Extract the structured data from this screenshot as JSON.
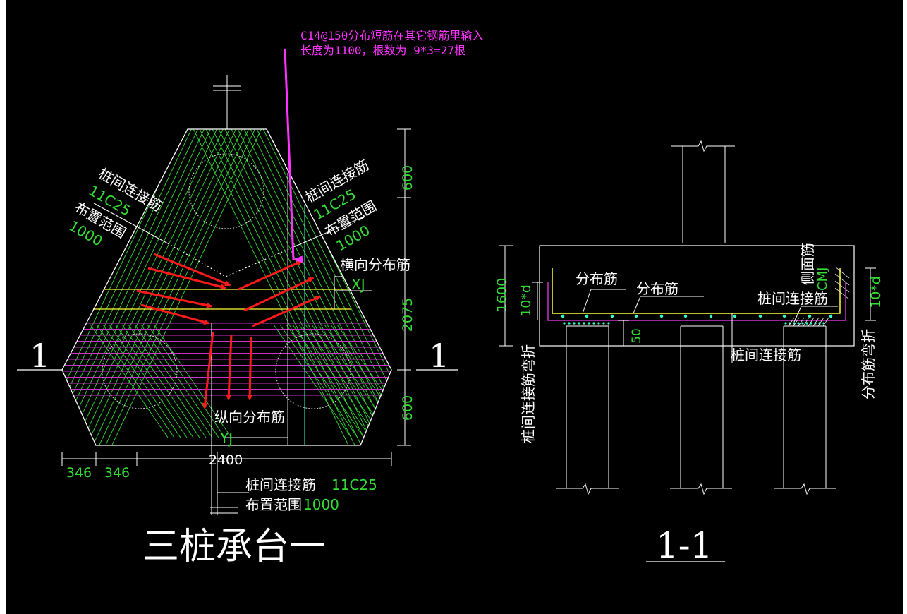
{
  "colors": {
    "background": "#000000",
    "line": "#ffffff",
    "rebar_green": "#33dd33",
    "rebar_magenta": "#cc33cc",
    "yellow": "#ffff33",
    "arrow_red": "#ff1a1a",
    "note_magenta": "#ff33ff",
    "dim_text": "#33dd33",
    "cyan": "#33ffcc"
  },
  "plan": {
    "title": "三桩承台一",
    "section_mark_left": "1",
    "section_mark_right": "1",
    "note_line1": "C14@150分布短筋在其它钢筋里输入",
    "note_line2": "长度为1100，根数为 9*3=27根",
    "left_label_bar": "桩间连接筋",
    "left_label_spec": "11C25",
    "left_label_range": "布置范围",
    "left_label_range_val": "1000",
    "right_label_bar": "桩间连接筋",
    "right_label_spec": "11C25",
    "right_label_range": "布置范围",
    "right_label_range_val": "1000",
    "transverse_label": "横向分布筋",
    "transverse_code": "XJ",
    "longitudinal_label": "纵向分布筋",
    "longitudinal_code": "YJ",
    "bottom_label_bar": "桩间连接筋",
    "bottom_label_spec": "11C25",
    "bottom_label_range": "布置范围",
    "bottom_label_range_val": "1000",
    "dim_top": "600",
    "dim_middle": "2075",
    "dim_bottom": "600",
    "dim_left1": "346",
    "dim_left2": "346",
    "dim_width": "2400"
  },
  "section": {
    "title": "1-1",
    "label_distribution_1": "分布筋",
    "label_distribution_2": "分布筋",
    "label_side_bar": "侧面筋",
    "label_side_code": "CMJ",
    "label_pile_link_top": "桩间连接筋",
    "label_pile_link_bottom": "桩间连接筋",
    "label_left_bend": "桩间连接筋弯折",
    "label_right_bend": "分布筋弯折",
    "dim_height": "1600",
    "dim_left_bend": "10*d",
    "dim_right_bend": "10*d",
    "dim_cover": "50"
  }
}
